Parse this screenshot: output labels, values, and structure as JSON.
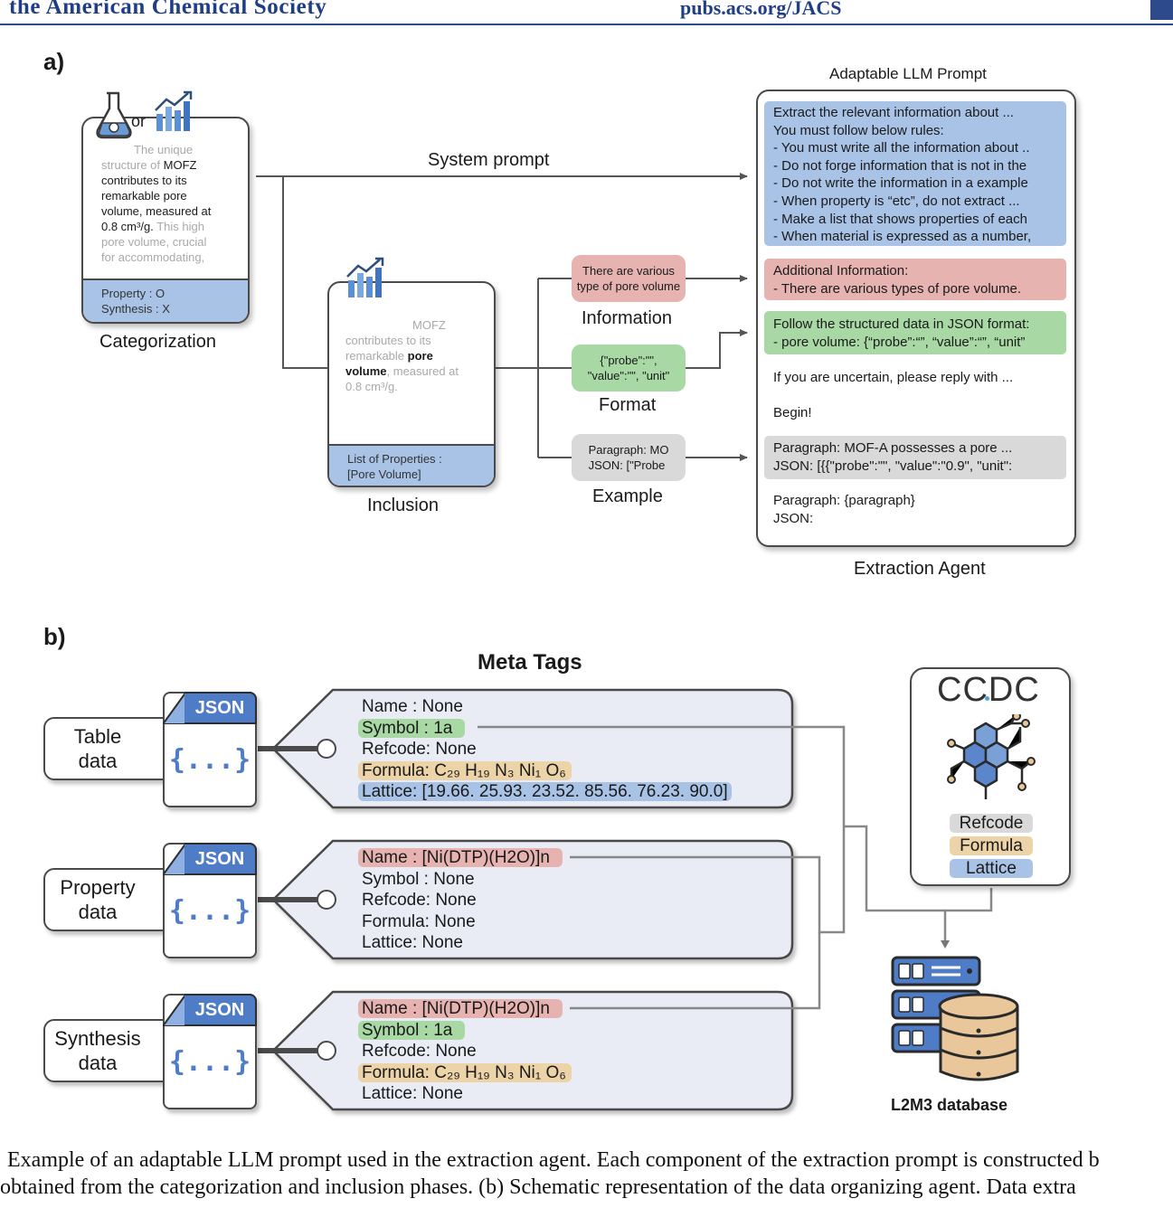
{
  "header": {
    "journal": "the American Chemical Society",
    "url": "pubs.acs.org/JACS"
  },
  "panel_a": {
    "label": "a)",
    "categorization": {
      "or_text": "or",
      "text_gray_1": "The unique",
      "text_gray_2": "structure of",
      "text_black_2": "MOFZ",
      "text_black_3": "contributes to its",
      "text_black_4": "remarkable pore",
      "text_black_5": "volume, measured at",
      "text_black_6": "0.8 cm³/g.",
      "text_gray_6": "This high",
      "text_gray_7": "pore volume, crucial",
      "text_gray_8": "for accommodating,",
      "footer_1": "Property : O",
      "footer_2": "Synthesis : X",
      "caption": "Categorization"
    },
    "inclusion": {
      "text_gray_1": "MOFZ",
      "text_gray_2": "contributes to its",
      "text_gray_3": "remarkable",
      "text_bold_3": "pore",
      "text_bold_4": "volume",
      "text_gray_4": ", measured at",
      "text_gray_5": "0.8 cm³/g.",
      "footer_1": "List of Properties :",
      "footer_2": "[Pore Volume]",
      "caption": "Inclusion"
    },
    "system_prompt_label": "System prompt",
    "information": {
      "pill_1": "There are various",
      "pill_2": "type of pore volume",
      "caption": "Information"
    },
    "format": {
      "pill_1": "{\"probe\":\"\",",
      "pill_2": "\"value\":\"\", \"unit\"",
      "caption": "Format"
    },
    "example": {
      "pill_1": "Paragraph: MO",
      "pill_2": "JSON: [\"Probe",
      "caption": "Example"
    },
    "prompt": {
      "title": "Adaptable LLM Prompt",
      "blue_lines": [
        "Extract the relevant information about ...",
        "You must follow below rules:",
        "-  You must write all the information about ..",
        "-  Do not forge information that is not in the",
        "-  Do not write the information in a example",
        "-  When property is “etc”, do not extract ...",
        "-  Make a list that shows properties of each",
        "-  When material is expressed as a number,"
      ],
      "red_lines": [
        "Additional Information:",
        "-  There are various types of pore volume."
      ],
      "green_lines": [
        "Follow the structured data in JSON format:",
        "-  pore volume: {“probe”:“”, “value”:“”, “unit”"
      ],
      "uncertain": "If you are uncertain, please reply with ...",
      "begin": "Begin!",
      "gray_lines": [
        "Paragraph: MOF-A possesses a pore ...",
        "JSON: [{{\"probe\":\"\", \"value\":\"0.9\", \"unit\":"
      ],
      "final_lines": [
        "Paragraph: {paragraph}",
        "JSON:"
      ]
    },
    "agent_caption": "Extraction Agent"
  },
  "panel_b": {
    "label": "b)",
    "meta_title": "Meta Tags",
    "json_label": "JSON",
    "brace": "{...}",
    "rows": [
      {
        "source_1": "Table",
        "source_2": "data",
        "name": "Name : None",
        "symbol": "Symbol : 1a",
        "refcode": "Refcode: None",
        "formula": "Formula: C₂₉ H₁₉ N₃ Ni₁ O₆",
        "lattice": "Lattice: [19.66. 25.93. 23.52. 85.56. 76.23. 90.0]"
      },
      {
        "source_1": "Property",
        "source_2": "data",
        "name": "Name : [Ni(DTP)(H2O)]n",
        "symbol": "Symbol : None",
        "refcode": "Refcode: None",
        "formula": "Formula: None",
        "lattice": "Lattice: None"
      },
      {
        "source_1": "Synthesis",
        "source_2": "data",
        "name": "Name : [Ni(DTP)(H2O)]n",
        "symbol": "Symbol : 1a",
        "refcode": "Refcode: None",
        "formula": "Formula: C₂₉ H₁₉ N₃ Ni₁ O₆",
        "lattice": "Lattice: None"
      }
    ],
    "ccdc": {
      "logo_1": "CC",
      "logo_2": "D",
      "logo_3": "C",
      "refcode": "Refcode",
      "formula": "Formula",
      "lattice": "Lattice"
    },
    "db_label": "L2M3 database"
  },
  "caption": {
    "line_1": "Example of an adaptable LLM prompt used in the extraction agent. Each component of the extraction prompt is constructed b",
    "line_2": "obtained from the categorization and inclusion phases. (b) Schematic representation of the data organizing agent. Data extra"
  },
  "colors": {
    "blue": "#a9c3e6",
    "red": "#e6b3b0",
    "green": "#a8d8a4",
    "gray": "#d9d9d9",
    "tan": "#ecd3a8",
    "tag_bg": "#e9ebf5",
    "json_blue": "#4f7cc6",
    "header_blue": "#1f3e86"
  }
}
